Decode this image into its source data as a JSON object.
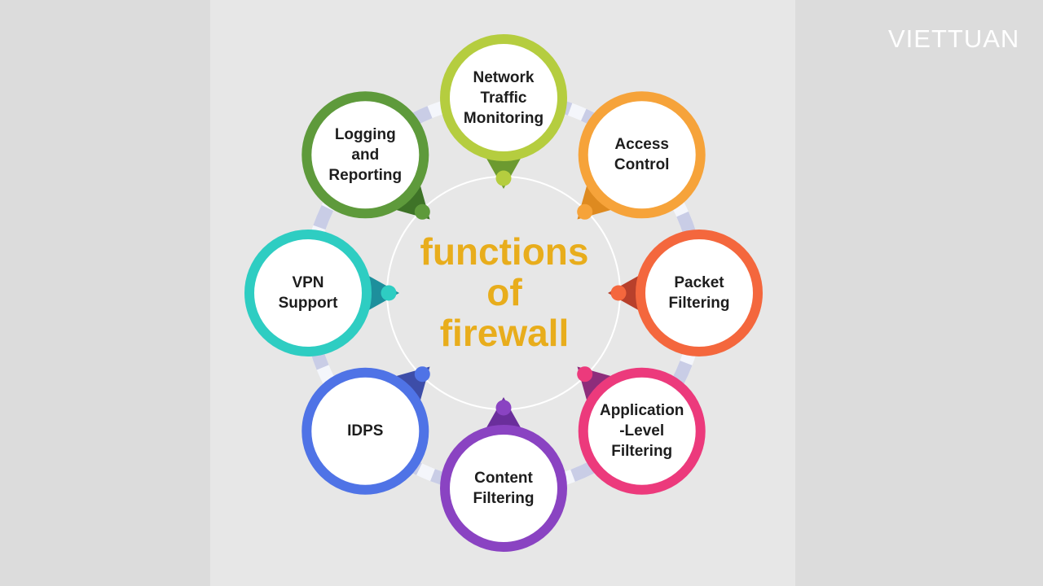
{
  "diagram": {
    "center_title_lines": [
      "functions",
      "of",
      "firewall"
    ],
    "nodes": [
      {
        "label": "Network\nTraffic\nMonitoring",
        "color": "#b5cd3f",
        "tab_color": "#6c9a30"
      },
      {
        "label": "Access\nControl",
        "color": "#f6a33a",
        "tab_color": "#de8a20"
      },
      {
        "label": "Packet\nFiltering",
        "color": "#f4673d",
        "tab_color": "#b8402b"
      },
      {
        "label": "Application\n-Level\nFiltering",
        "color": "#ec3a7c",
        "tab_color": "#8d2d7b"
      },
      {
        "label": "Content\nFiltering",
        "color": "#8a43c2",
        "tab_color": "#6a2e9b"
      },
      {
        "label": "IDPS",
        "color": "#4f73e6",
        "tab_color": "#3d4da8"
      },
      {
        "label": "VPN\nSupport",
        "color": "#2ecdc2",
        "tab_color": "#1d8f9c"
      },
      {
        "label": "Logging\nand\nReporting",
        "color": "#5e9a3b",
        "tab_color": "#3e7327"
      }
    ]
  },
  "brand": {
    "logo_text": "VIETTUAN"
  }
}
